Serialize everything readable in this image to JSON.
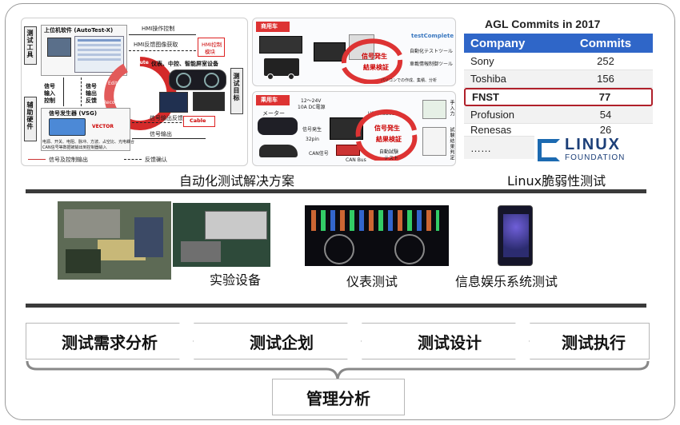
{
  "automation": {
    "caption": "自动化测试解决方案",
    "left_diagram": {
      "side_test_tool": "测试工具",
      "side_aux_hw": "辅助硬件",
      "side_test_target": "测试目标",
      "host_software": "上位机软件 (AutoTest-X)",
      "hmi_operation_control": "HMI操作控制",
      "hmi_feedback_image": "HMI反馈图像获取",
      "hmi_control_module_1": "HMI控制",
      "hmi_control_module_2": "模块",
      "cluster_devices": "仪表、中控、智能屏室设备",
      "execute": "Execute",
      "edit": "Edit",
      "record": "Record",
      "confirm": "Confirm",
      "signal_input_control_1": "信号",
      "signal_input_control_2": "输入",
      "signal_input_control_3": "控制",
      "signal_output_feedback_1": "信号",
      "signal_output_feedback_2": "输出",
      "signal_output_feedback_3": "反馈",
      "signal_generator": "信号发生器 (VSG)",
      "signal_output_feedback": "信号输出反馈",
      "signal_output": "信号输出",
      "cable": "Cable",
      "vector": "VECTOR",
      "vsg_desc_1": "电源、开关、电阻、脉冲、方波、占空比、光电耦合",
      "vsg_desc_2": "CAN信号等数据被输出到控制器输入",
      "legend_signal": "信号及控制输出",
      "legend_feedback": "反馈确认"
    },
    "right_diagram": {
      "commercial_vehicle": "商用车",
      "passenger_vehicle": "乘用车",
      "signal_occur": "信号発生",
      "result_verify": "結果検証",
      "testcomplete": "testComplete",
      "auto_test_tool": "自動化テストツール",
      "sim_control_tool": "車載情報制御ツール",
      "meter": "メーター",
      "power_12_24": "12～24V",
      "power_10a": "10A DC電源",
      "usb_rs232": "USB/RS232",
      "signal_gen": "信号発生",
      "pin_32": "32pin",
      "can_signal": "CAN信号",
      "can_bus": "CAN Bus",
      "auto_test": "自動試験",
      "manual": "手入力",
      "tester": "テスト",
      "result_judge": "試験結果判定",
      "pc_tool": "パソコンでの作成、集積、分析"
    }
  },
  "agl": {
    "title": "AGL Commits  in 2017",
    "header_company": "Company",
    "header_commits": "Commits",
    "rows": [
      {
        "company": "Sony",
        "commits": "252"
      },
      {
        "company": "Toshiba",
        "commits": "156"
      },
      {
        "company": "FNST",
        "commits": "77"
      },
      {
        "company": "Profusion",
        "commits": "54"
      },
      {
        "company": "Renesas",
        "commits": "26"
      },
      {
        "company": "……",
        "commits": ""
      }
    ],
    "logo_line1": "LINUX",
    "logo_line2": "FOUNDATION",
    "caption": "Linux脆弱性测试",
    "highlight_color": "#b0202a",
    "header_color": "#2f66c8"
  },
  "middle": {
    "lab_caption": "实验设备",
    "cluster_caption": "仪表测试",
    "infotainment_caption": "信息娱乐系统测试"
  },
  "flow": {
    "steps": [
      "测试需求分析",
      "测试企划",
      "测试设计",
      "测试执行"
    ],
    "management": "管理分析"
  }
}
